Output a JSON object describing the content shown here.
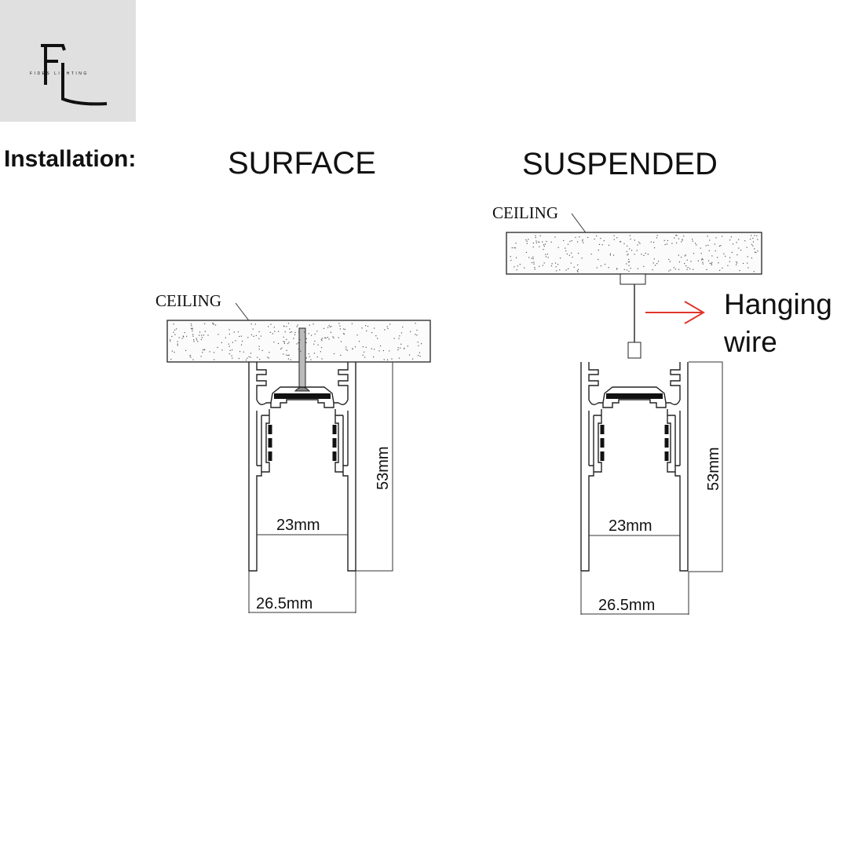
{
  "brand": {
    "logo_letters": "FL",
    "logo_text": "FIDES LIGHTING",
    "logo_bg": "#e0e0e0"
  },
  "heading": "Installation:",
  "surface": {
    "title": "SURFACE",
    "ceiling_label": "CEILING",
    "height_dim": "53mm",
    "inner_width_dim": "23mm",
    "outer_width_dim": "26.5mm"
  },
  "suspended": {
    "title": "SUSPENDED",
    "ceiling_label": "CEILING",
    "height_dim": "53mm",
    "inner_width_dim": "23mm",
    "outer_width_dim": "26.5mm",
    "callout_line1": "Hanging",
    "callout_line2": "wire",
    "callout_color": "#e0352b"
  }
}
